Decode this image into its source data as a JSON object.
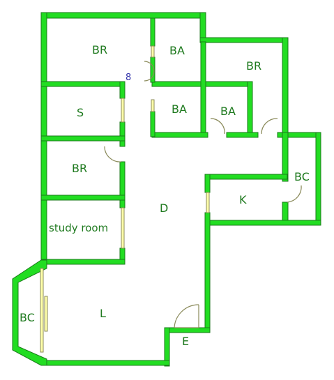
{
  "colors": {
    "wall_fill": "#22dd22",
    "wall_stroke": "#1a7a1a",
    "label": "#1f7a1f",
    "door": "#8a8a5a"
  },
  "rooms": {
    "br_top_left": "BR",
    "ba_top": "BA",
    "br_top_right": "BR",
    "s": "S",
    "ba_mid_left": "BA",
    "ba_mid_right": "BA",
    "br_left": "BR",
    "d": "D",
    "bc_right": "BC",
    "k": "K",
    "study_room": "study room",
    "bc_left": "BC",
    "l": "L",
    "e": "E"
  }
}
